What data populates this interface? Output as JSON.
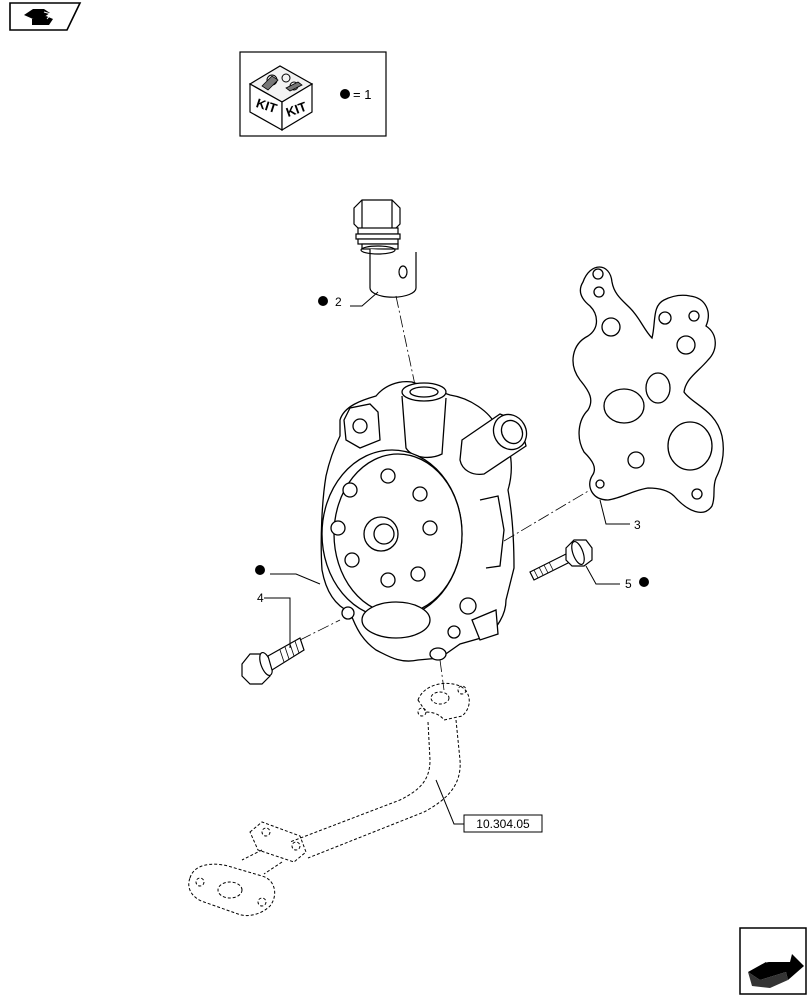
{
  "kit_legend": {
    "box_text_left": "KIT",
    "box_text_right": "KIT",
    "equals_text": "= 1"
  },
  "callouts": {
    "item_2": "2",
    "item_3": "3",
    "item_4": "4",
    "item_5": "5"
  },
  "reference": {
    "label": "10.304.05"
  },
  "icons": {
    "top_left": "previous-page-arrow-icon",
    "bottom_right": "next-page-arrow-icon",
    "legend": "kit-box-icon",
    "marker": "filled-dot-marker"
  }
}
